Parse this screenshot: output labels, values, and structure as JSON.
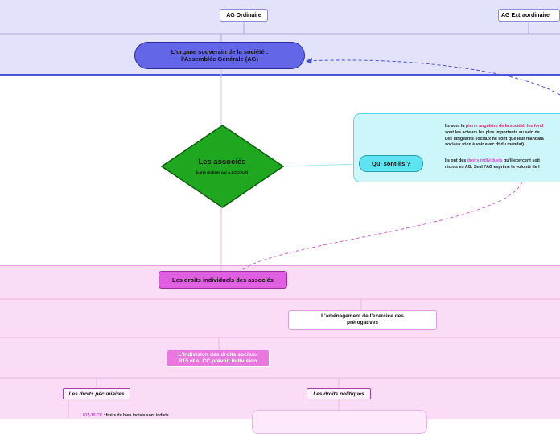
{
  "top_band": {
    "ag_ordinaire": "AG Ordinaire",
    "ag_extraordinaire": "AG Extraordinaire"
  },
  "organe": {
    "line1": "L'organe souverain de la société :",
    "line2": "l'Assemblée Générale (AG)"
  },
  "associes": {
    "title": "Les associés",
    "subtitle": "(carte réalisée par A.LOCQUE)"
  },
  "qui_sont_ils": {
    "label": "Qui sont-ils ?",
    "p1_pre": "Ils sont la ",
    "p1_highlight": "pierre angulaire de la société, les fond",
    "p1_line2": "sont les acteurs les plus importants au sein de",
    "p1_line3": "Les dirigeants sociaux ne sont que leur mandata",
    "p1_line4": "sociaux (rien à voir avec dt du mandat)",
    "p2_pre": "Ils ont des ",
    "p2_highlight": "droits individuels",
    "p2_post": " qu'il exercent soit",
    "p2_line2": "réunis en AG. Seul l'AG exprime la volonté de l"
  },
  "droits": {
    "label": "Les droits individuels des associés"
  },
  "amenagement": {
    "line1": "L'aménagement de l'exercice des",
    "line2": "prérogatives"
  },
  "indivision": {
    "line1": "L'indivision des droits sociaux",
    "line2": "815 et s. CC prévoit indivision"
  },
  "sub_branches": {
    "pecuniaires": "Les droits pécuniaires",
    "politiques": "Les droits politiques"
  },
  "bottom_note": {
    "label": "815-10 CC",
    "text": " : fruits du bien indivis sont indivis"
  },
  "colors": {
    "top_band": "#e2e2fb",
    "organe_fill": "#6466e8",
    "diamond_fill": "#1fa81f",
    "cyan_panel": "#cdf6fb",
    "pink_band": "#fadcf6",
    "droits_fill": "#e05ee0"
  }
}
